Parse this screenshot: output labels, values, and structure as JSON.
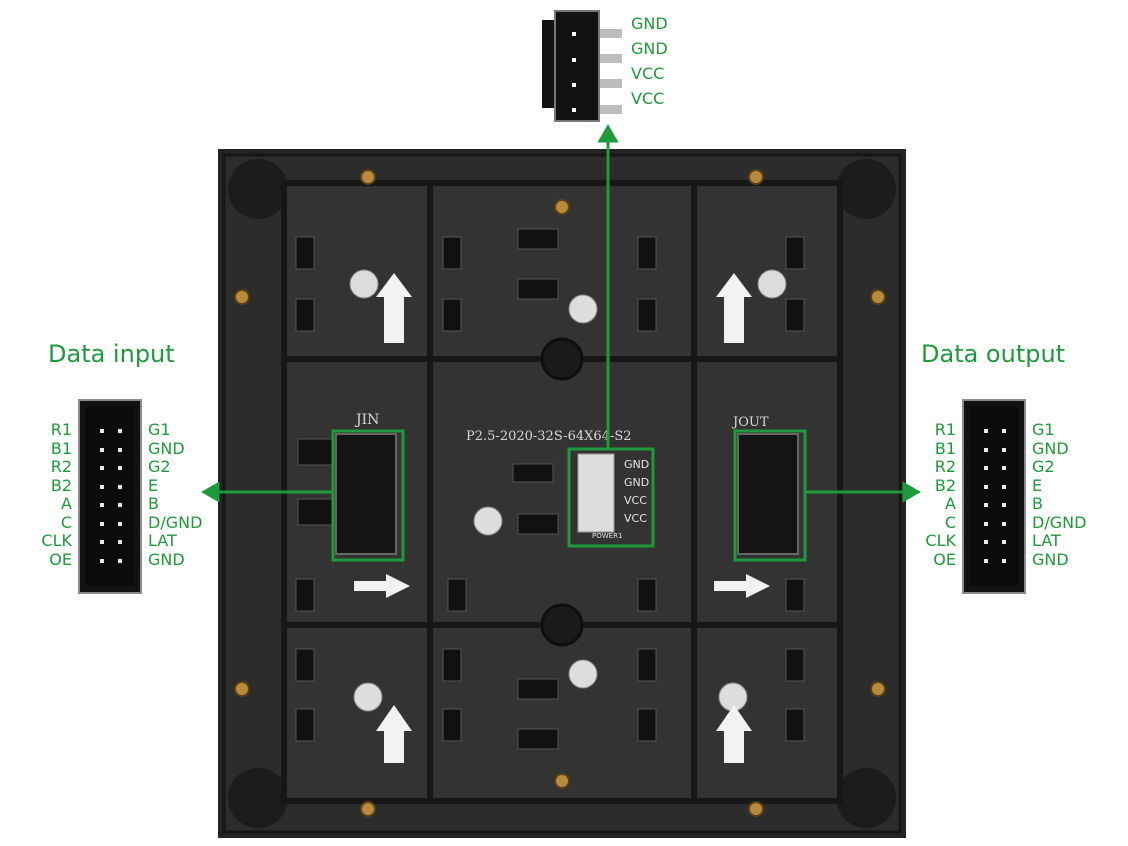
{
  "power_connector": {
    "labels": [
      "GND",
      "GND",
      "VCC",
      "VCC"
    ]
  },
  "data_input": {
    "title": "Data input",
    "left_labels": [
      "R1",
      "B1",
      "R2",
      "B2",
      "A",
      "C",
      "CLK",
      "OE"
    ],
    "right_labels": [
      "G1",
      "GND",
      "G2",
      "E",
      "B",
      "D/GND",
      "LAT",
      "GND"
    ]
  },
  "data_output": {
    "title": "Data output",
    "left_labels": [
      "R1",
      "B1",
      "R2",
      "B2",
      "A",
      "C",
      "CLK",
      "OE"
    ],
    "right_labels": [
      "G1",
      "GND",
      "G2",
      "E",
      "B",
      "D/GND",
      "LAT",
      "GND"
    ]
  },
  "board": {
    "model": "P2.5-2020-32S-64X64-S2",
    "jin_label": "JIN",
    "jout_label": "JOUT",
    "power_label": "POWER1",
    "power_pins": [
      "GND",
      "GND",
      "VCC",
      "VCC"
    ]
  },
  "colors": {
    "accent": "#1f9a3a",
    "board": "#2b2b2b",
    "header": "#121212"
  }
}
